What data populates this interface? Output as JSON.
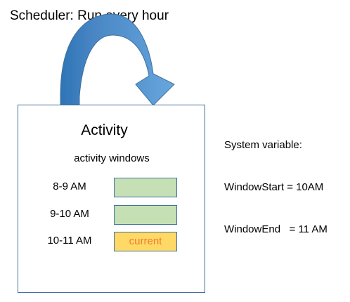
{
  "scheduler": {
    "title": "Scheduler: Run every hour",
    "arrow_color": "#5b9bd5"
  },
  "activity": {
    "title": "Activity",
    "windows_heading": "activity windows",
    "windows": [
      {
        "label": "8-9 AM",
        "state": "done",
        "text": ""
      },
      {
        "label": "9-10 AM",
        "state": "done",
        "text": ""
      },
      {
        "label": "10-11 AM",
        "state": "current",
        "text": "current"
      }
    ]
  },
  "system_variables": {
    "heading": "System variable:",
    "lines": [
      "WindowStart = 10AM",
      "WindowEnd   = 11 AM"
    ]
  },
  "colors": {
    "done_fill": "#c5e0b4",
    "current_fill": "#ffd966",
    "current_text": "#ed7d31",
    "outline": "#41719c"
  }
}
